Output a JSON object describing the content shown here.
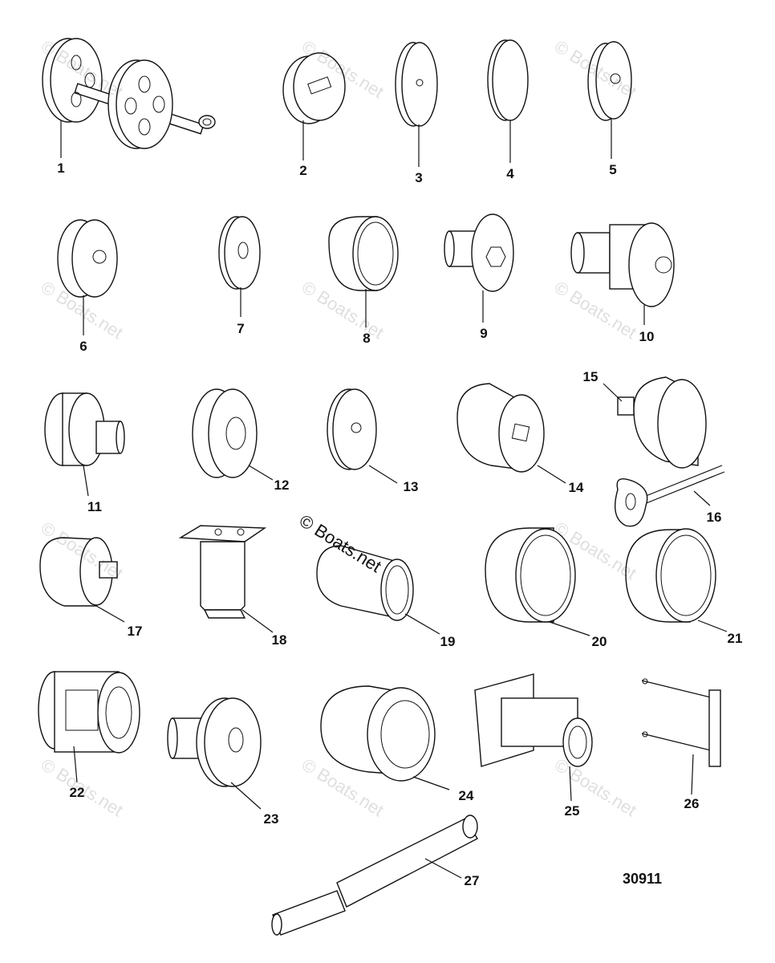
{
  "diagram": {
    "drawing_code": "30911",
    "watermark": "© Boats.net",
    "callouts": [
      "1",
      "2",
      "3",
      "4",
      "5",
      "6",
      "7",
      "8",
      "9",
      "10",
      "11",
      "12",
      "13",
      "14",
      "15",
      "16",
      "17",
      "18",
      "19",
      "20",
      "21",
      "22",
      "23",
      "24",
      "25",
      "26",
      "27"
    ]
  }
}
